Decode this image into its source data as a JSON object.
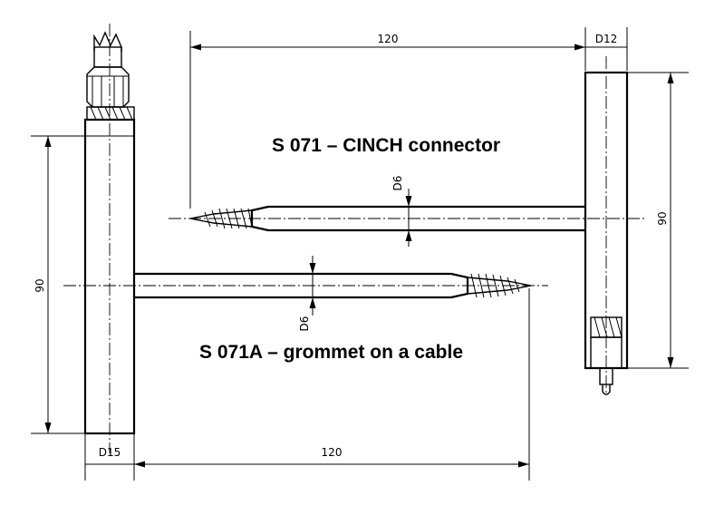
{
  "titles": {
    "top": "S 071 – CINCH connector",
    "bottom": "S 071A – grommet on a cable"
  },
  "dimensions": {
    "top_length": "120",
    "top_diameter": "D12",
    "top_height": "90",
    "top_probe": "D6",
    "bottom_length": "120",
    "bottom_diameter": "D15",
    "bottom_height": "90",
    "bottom_probe": "D6"
  }
}
